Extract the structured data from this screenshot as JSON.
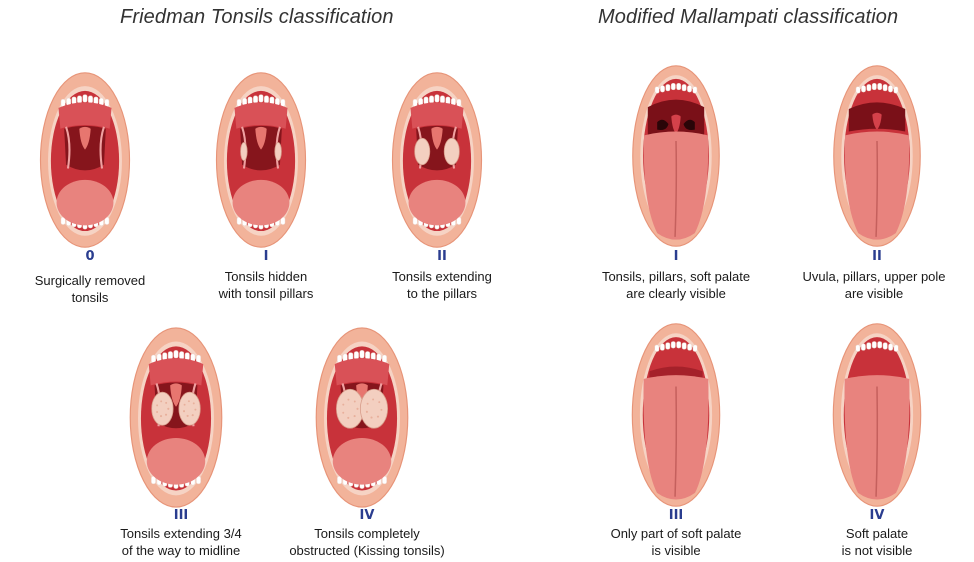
{
  "titles": {
    "friedman": "Friedman Tonsils classification",
    "mallampati": "Modified Mallampati classification"
  },
  "friedman": [
    {
      "grade": "0",
      "caption": [
        "Surgically removed",
        "tonsils"
      ],
      "tonsil_level": 0
    },
    {
      "grade": "I",
      "caption": [
        "Tonsils hidden",
        "with tonsil pillars"
      ],
      "tonsil_level": 1
    },
    {
      "grade": "II",
      "caption": [
        "Tonsils extending",
        "to the pillars"
      ],
      "tonsil_level": 2
    },
    {
      "grade": "III",
      "caption": [
        "Tonsils extending 3/4",
        "of the way to midline"
      ],
      "tonsil_level": 3
    },
    {
      "grade": "IV",
      "caption": [
        "Tonsils completely",
        "obstructed (Kissing tonsils)"
      ],
      "tonsil_level": 4
    }
  ],
  "mallampati": [
    {
      "grade": "I",
      "caption": [
        "Tonsils, pillars, soft palate",
        "are clearly visible"
      ],
      "visibility_level": 1
    },
    {
      "grade": "II",
      "caption": [
        "Uvula, pillars, upper pole",
        "are visible"
      ],
      "visibility_level": 2
    },
    {
      "grade": "III",
      "caption": [
        "Only part of soft palate",
        "is visible"
      ],
      "visibility_level": 3
    },
    {
      "grade": "IV",
      "caption": [
        "Soft palate",
        "is not visible"
      ],
      "visibility_level": 4
    }
  ],
  "colors": {
    "lip": "#f2b39a",
    "lip_dark": "#e79478",
    "cavity": "#c8323a",
    "cavity_dark": "#7a1018",
    "tongue": "#e8837e",
    "teeth": "#ffffff",
    "tonsil": "#f3cfc0",
    "numeral": "#2a3d8f"
  }
}
